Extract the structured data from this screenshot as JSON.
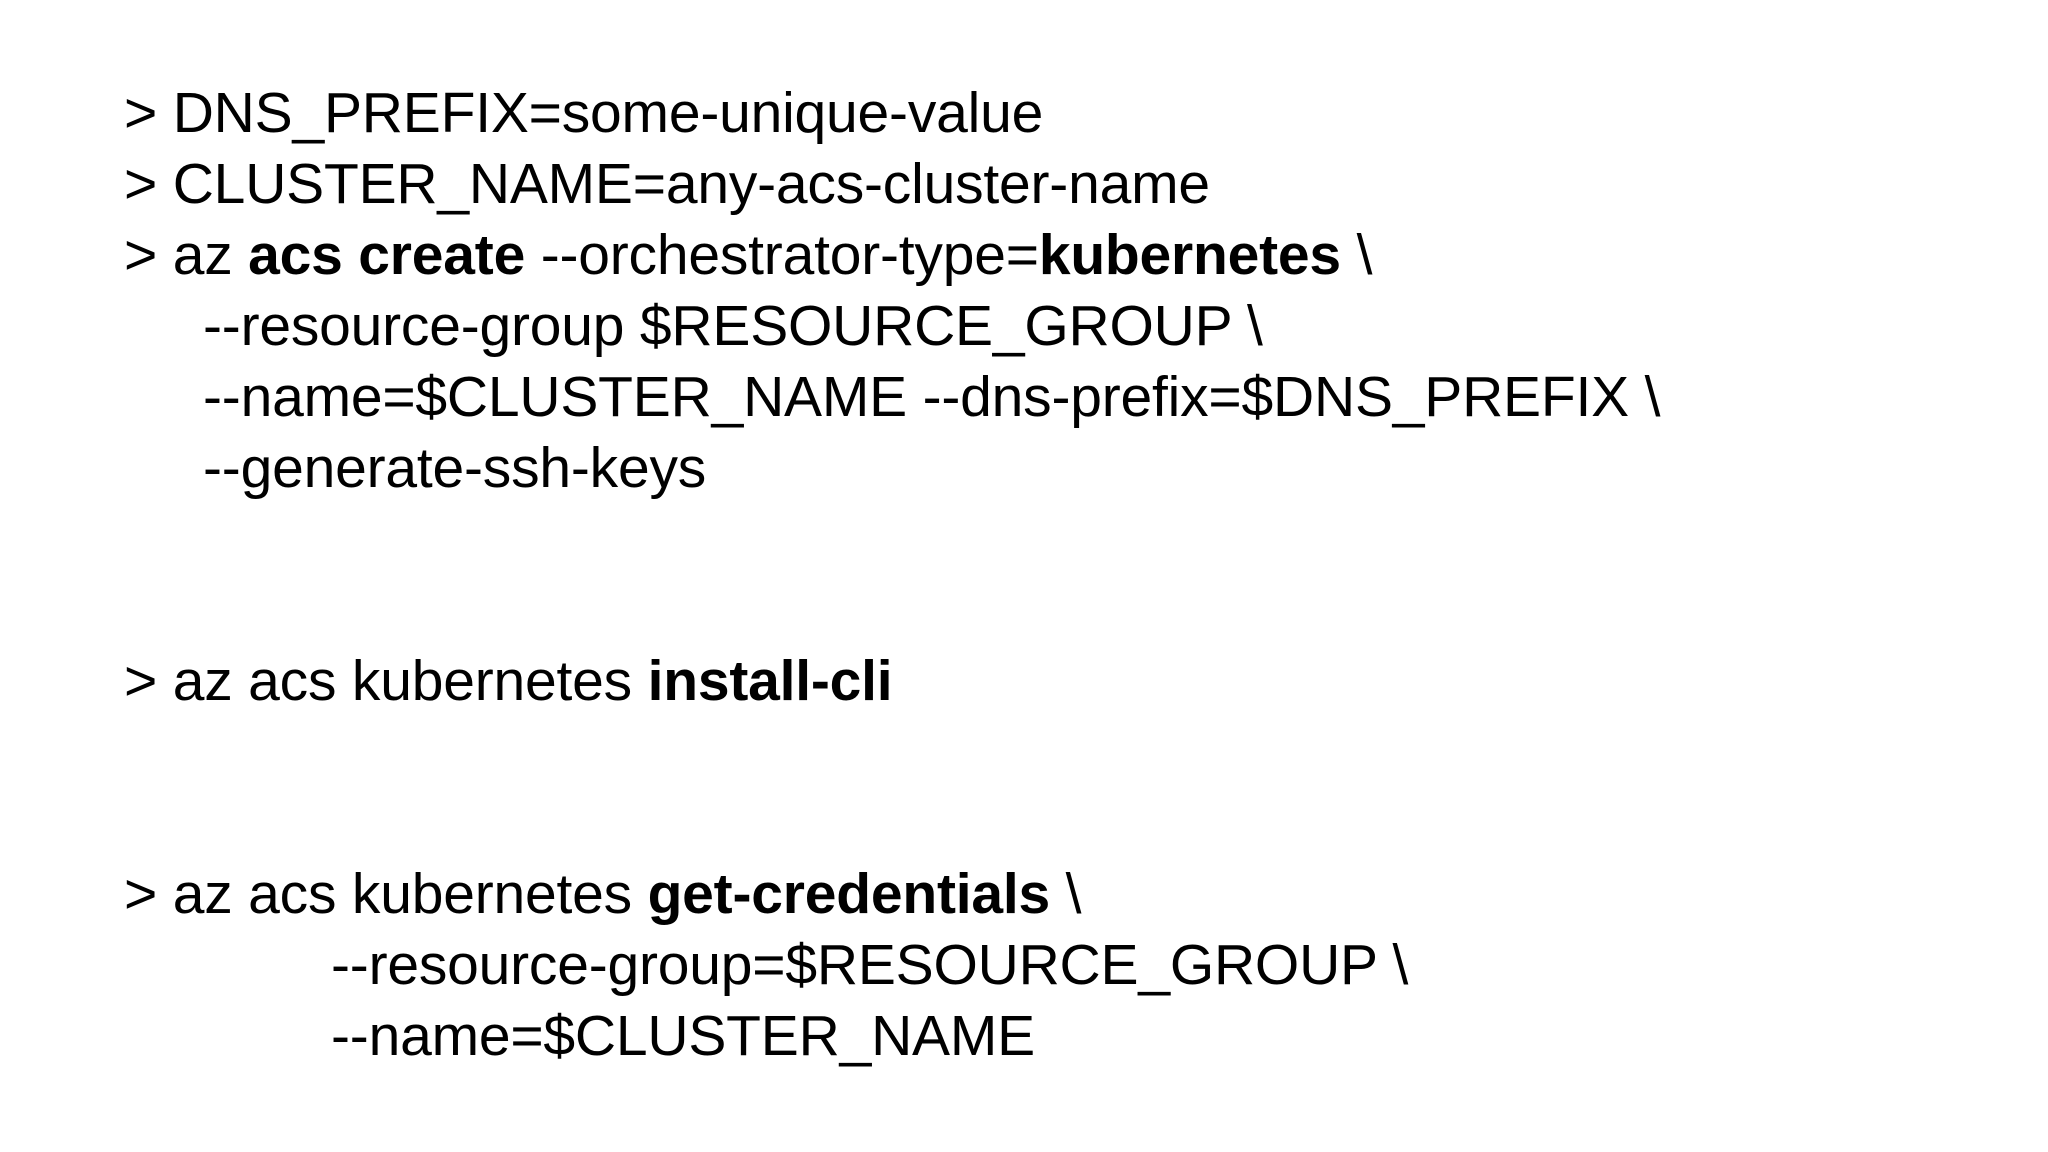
{
  "slide": {
    "background_color": "#ffffff",
    "text_color": "#000000",
    "title": "",
    "code_block": {
      "name": "azure-acs-kubernetes-cli-commands",
      "lines": [
        {
          "id": "line-dns-prefix",
          "indent": 0,
          "blank": false,
          "plain_text": "> DNS_PREFIX=some-unique-value",
          "segments": [
            {
              "text": "> DNS_PREFIX=some-unique-value",
              "bold": false
            }
          ]
        },
        {
          "id": "line-cluster-name",
          "indent": 0,
          "blank": false,
          "plain_text": "> CLUSTER_NAME=any-acs-cluster-name",
          "segments": [
            {
              "text": "> CLUSTER_NAME=any-acs-cluster-name",
              "bold": false
            }
          ]
        },
        {
          "id": "line-az-acs-create",
          "indent": 0,
          "blank": false,
          "plain_text": "> az acs create --orchestrator-type=kubernetes \\",
          "segments": [
            {
              "text": "> az ",
              "bold": false
            },
            {
              "text": "acs create",
              "bold": true
            },
            {
              "text": " --orchestrator-type=",
              "bold": false
            },
            {
              "text": "kubernetes",
              "bold": true
            },
            {
              "text": " \\",
              "bold": false
            }
          ]
        },
        {
          "id": "line-resource-group",
          "indent": 1,
          "blank": false,
          "plain_text": "--resource-group $RESOURCE_GROUP \\",
          "segments": [
            {
              "text": "--resource-group $RESOURCE_GROUP \\",
              "bold": false
            }
          ]
        },
        {
          "id": "line-name-dns-prefix",
          "indent": 1,
          "blank": false,
          "plain_text": "--name=$CLUSTER_NAME --dns-prefix=$DNS_PREFIX \\",
          "segments": [
            {
              "text": "--name=$CLUSTER_NAME --dns-prefix=$DNS_PREFIX \\",
              "bold": false
            }
          ]
        },
        {
          "id": "line-generate-ssh-keys",
          "indent": 1,
          "blank": false,
          "plain_text": "--generate-ssh-keys",
          "segments": [
            {
              "text": "--generate-ssh-keys",
              "bold": false
            }
          ]
        },
        {
          "id": "line-blank-1",
          "indent": 0,
          "blank": true,
          "plain_text": "",
          "segments": []
        },
        {
          "id": "line-blank-2",
          "indent": 0,
          "blank": true,
          "plain_text": "",
          "segments": []
        },
        {
          "id": "line-install-cli",
          "indent": 0,
          "blank": false,
          "plain_text": "> az acs kubernetes install-cli",
          "segments": [
            {
              "text": "> az acs kubernetes ",
              "bold": false
            },
            {
              "text": "install-cli",
              "bold": true
            }
          ]
        },
        {
          "id": "line-blank-3",
          "indent": 0,
          "blank": true,
          "plain_text": "",
          "segments": []
        },
        {
          "id": "line-blank-4",
          "indent": 0,
          "blank": true,
          "plain_text": "",
          "segments": []
        },
        {
          "id": "line-get-credentials",
          "indent": 0,
          "blank": false,
          "plain_text": "> az acs kubernetes get-credentials \\",
          "segments": [
            {
              "text": "> az acs kubernetes ",
              "bold": false
            },
            {
              "text": "get-credentials",
              "bold": true
            },
            {
              "text": " \\",
              "bold": false
            }
          ]
        },
        {
          "id": "line-creds-resource-group",
          "indent": 2,
          "blank": false,
          "plain_text": "--resource-group=$RESOURCE_GROUP \\",
          "segments": [
            {
              "text": "--resource-group=$RESOURCE_GROUP \\",
              "bold": false
            }
          ]
        },
        {
          "id": "line-creds-name",
          "indent": 2,
          "blank": false,
          "plain_text": "--name=$CLUSTER_NAME",
          "segments": [
            {
              "text": "--name=$CLUSTER_NAME",
              "bold": false
            }
          ]
        }
      ]
    }
  }
}
